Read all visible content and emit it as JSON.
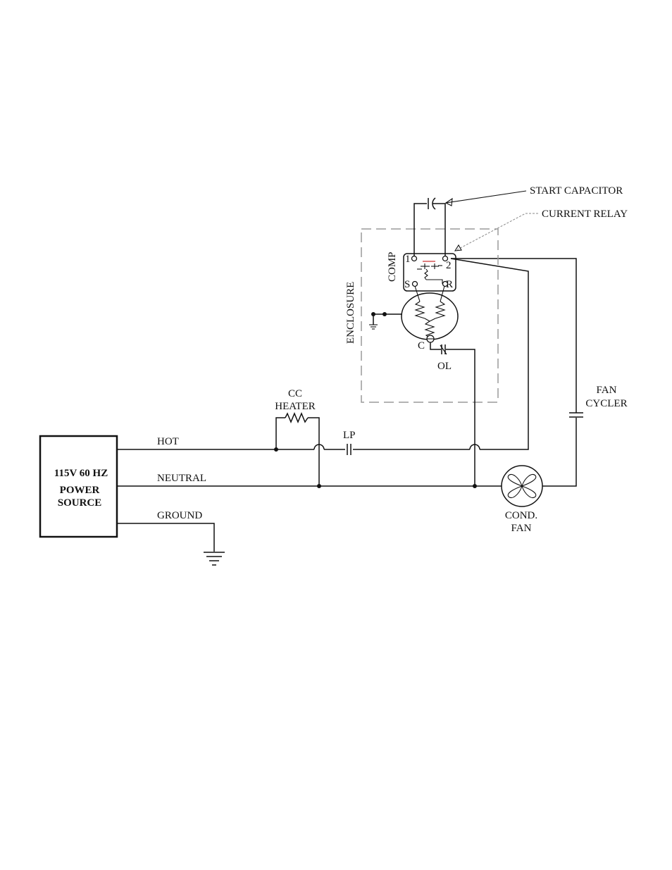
{
  "labels": {
    "start_capacitor": "START CAPACITOR",
    "current_relay": "CURRENT RELAY",
    "comp": "COMP",
    "enclosure": "ENCLOSURE",
    "terminal_1": "1",
    "terminal_2": "2",
    "terminal_s": "S",
    "terminal_r": "R",
    "terminal_c": "C",
    "ol": "OL",
    "fan_cycler_line1": "FAN",
    "fan_cycler_line2": "CYCLER",
    "cc_heater_line1": "CC",
    "cc_heater_line2": "HEATER",
    "lp": "LP",
    "hot": "HOT",
    "neutral": "NEUTRAL",
    "ground": "GROUND",
    "power_line1": "115V 60 HZ",
    "power_line2": "POWER",
    "power_line3": "SOURCE",
    "cond_fan_line1": "COND.",
    "cond_fan_line2": "FAN"
  },
  "colors": {
    "wire": "#111111",
    "enclosure_dash": "#9a9a9a",
    "relay_contact": "#cc3333"
  },
  "icons": {
    "fan": "fan-icon",
    "ground": "ground-icon",
    "capacitor": "capacitor-icon",
    "resistor": "resistor-icon"
  }
}
